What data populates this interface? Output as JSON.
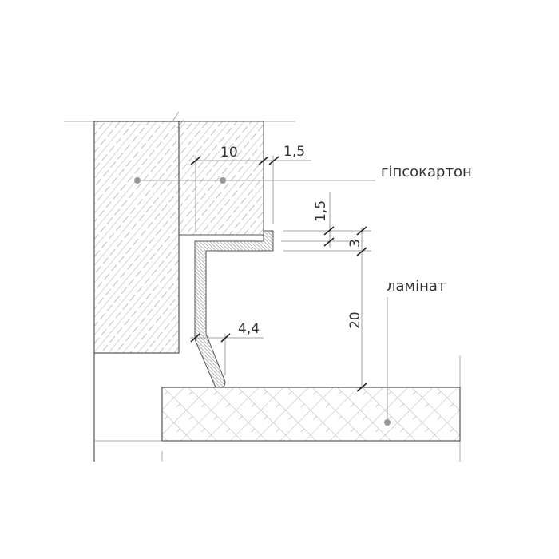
{
  "labels": {
    "drywall": "гіпсокартон",
    "laminate": "ламінат"
  },
  "dimensions": {
    "profile_width": "10",
    "gap_horizontal": "1,5",
    "gap_vertical": "1,5",
    "flange_thickness": "3",
    "profile_height": "20",
    "bottom_offset": "4,4"
  },
  "colors": {
    "line": "#555555",
    "hatch": "#9a9a9a",
    "dot": "#999999"
  }
}
